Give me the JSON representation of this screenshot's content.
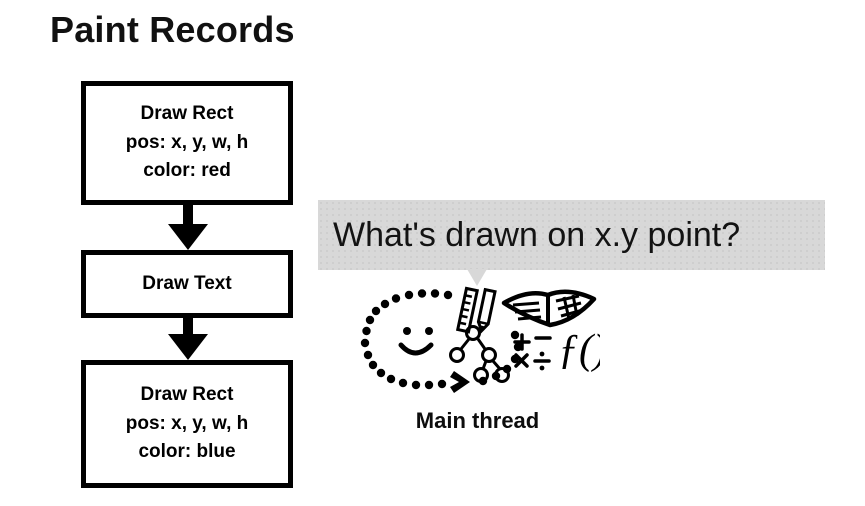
{
  "slide": {
    "title": "Paint Records",
    "background_color": "#ffffff",
    "ink_color": "#000000"
  },
  "paint_records": [
    {
      "name": "draw-rect-red",
      "lines": [
        "Draw Rect",
        "pos: x, y, w, h",
        "color: red"
      ]
    },
    {
      "name": "draw-text",
      "lines": [
        "Draw Text"
      ]
    },
    {
      "name": "draw-rect-blue",
      "lines": [
        "Draw Rect",
        "pos: x, y, w, h",
        "color: blue"
      ]
    }
  ],
  "flow": {
    "arrow_direction": "down",
    "arrow_count": 2
  },
  "callout": {
    "question": "What's drawn on x.y point?",
    "background_color": "#d8d8d8",
    "text_color": "#131313",
    "tail": "down"
  },
  "thread": {
    "label": "Main thread",
    "illustration_items": [
      "dotted-loop-arrow",
      "smiley-face",
      "ruler-icon",
      "pencil-icon",
      "open-book-icon",
      "tree-graph-icon",
      "math-operators",
      "function-notation"
    ],
    "math_operators": [
      "+",
      "−",
      "×",
      "÷"
    ],
    "function_notation": "ƒ()"
  }
}
